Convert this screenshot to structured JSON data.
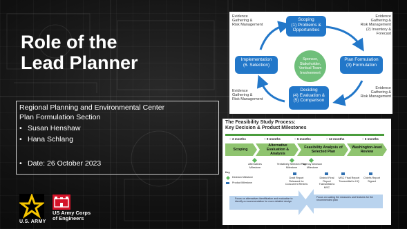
{
  "slide": {
    "title_line1": "Role of the",
    "title_line2": "Lead Planner",
    "info": {
      "org_line1": "Regional Planning and Environmental Center",
      "org_line2": "Plan Formulation Section",
      "people": [
        "Susan Henshaw",
        "Hana Schlang"
      ],
      "date": "Date: 26 October 2023"
    },
    "logos": {
      "army": "U.S. ARMY",
      "usace_line1": "US Army Corps",
      "usace_line2": "of Engineers"
    }
  },
  "cycle_diagram": {
    "center": [
      "Sponsor,",
      "Stakeholder,",
      "Vertical Team",
      "Involvement"
    ],
    "scoping": [
      "Scoping",
      "(1) Problems &",
      "Opportunities"
    ],
    "plan_formulation": [
      "Plan Formulation",
      "(3) Formulation"
    ],
    "deciding": [
      "Deciding",
      "(4) Evaluation &",
      "(5) Comparison"
    ],
    "implementation": [
      "Implementation",
      "(6. Selection)"
    ],
    "evidence_top_left": [
      "Evidence",
      "Gathering &",
      "Risk Management"
    ],
    "evidence_top_right": [
      "Evidence",
      "Gathering &",
      "Risk Management",
      "(2) Inventory &",
      "Forecast"
    ],
    "evidence_bottom_left": [
      "Evidence",
      "Gathering &",
      "Risk Management"
    ],
    "evidence_bottom_right": [
      "Evidence",
      "Gathering &",
      "Risk Management"
    ]
  },
  "process_chart": {
    "title_line1": "The Feasibility Study Process:",
    "title_line2": "Key Decision & Product Milestones",
    "durations": [
      "~ 3 months",
      "~ 9 months",
      "~ 6 months",
      "~ 12 months",
      "~ 6 months"
    ],
    "phases": [
      "Scoping",
      "Alternative Evaluation & Analysis",
      "Feasibility Analysis of Selected Plan",
      "Washington-level Review"
    ],
    "milestones": [
      "Alternatives Milestone",
      "Tentatively Selected Plan Milestone",
      "Agency Decision Milestone"
    ],
    "products": [
      "Draft Report Released for Concurrent Review",
      "District Final Report Transmittal to MSC",
      "MSC Final Report Transmittal to HQ",
      "Chief's Report Signed"
    ],
    "legend_title": "Key",
    "legend": [
      "Decision Milestone",
      "Product Milestone"
    ],
    "focus_left": "Focus on alternatives identification and evaluation to identify a recommendation for more detailed design",
    "focus_right": "Focus on scaling the measures and features for the recommended plan"
  },
  "colors": {
    "cycle_node": "#2277c9",
    "cycle_center": "#6fbf7a",
    "phase_green": "#8fc46f",
    "arrow_blue": "#b9d3ee",
    "castle_red": "#d4142a",
    "star_gold": "#f5c400"
  }
}
